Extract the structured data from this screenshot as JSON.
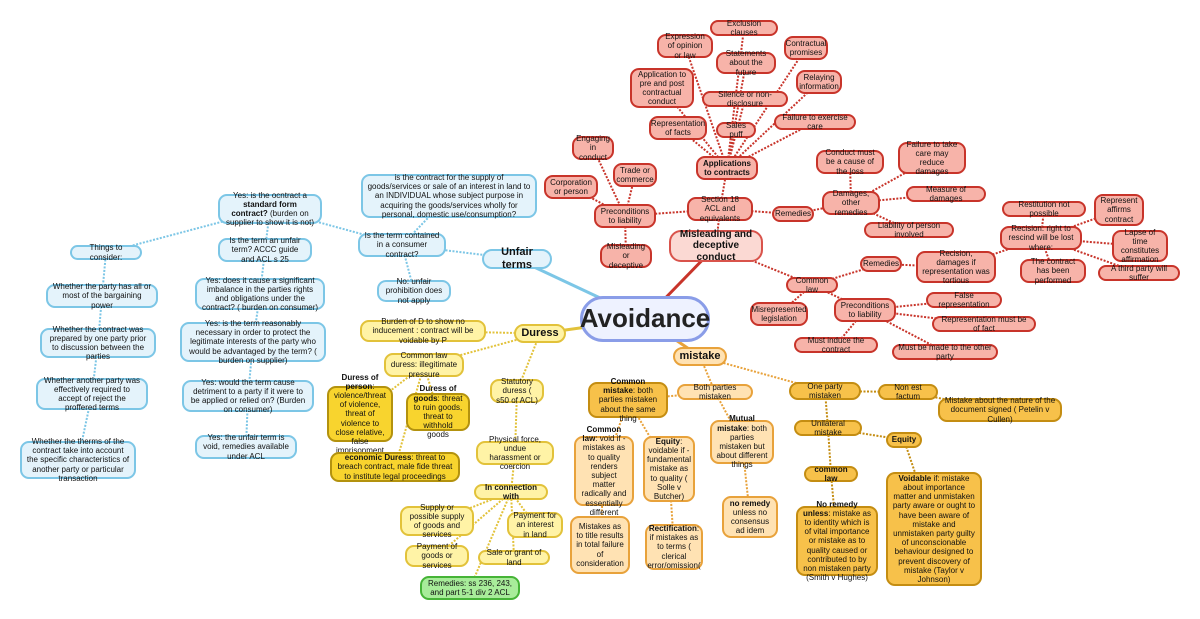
{
  "center": "Avoidance",
  "branches": {
    "unfair_terms": "Unfair terms",
    "duress": "Duress",
    "mistake": "mistake",
    "misleading": "Misleading and deceptive conduct"
  },
  "unfair": {
    "consumer_q": "is the contract for the supply of goods/services or sale of an interest in land to an INDIVIDUAL whose subject purpose in acquiring the goods/services wholly for personal, domestic use/consumption?",
    "contained_q": "Is the term contained in a consumer contract?",
    "no_prohibition": "No: unfair prohibition does not apply",
    "sfc_pre": "Yes: is the ocntract a ",
    "sfc_bold": "standard form contract?",
    "sfc_post": " (burden on supplier to show it is not)",
    "things": "Things to consider:",
    "bargaining": "Whether the party has all or most of the bargaining power",
    "prepared": "Whether the contract was prepared by one party prior to discussion between the parties",
    "reject": "Whether another party was effectively required to accept of reject the proffered terms",
    "negotiate": "Whether the therms of the contract take into account the specific characteristics of another party or particular transaction",
    "term_unfair": "Is the term an unfair term? ACCC guide and ACL s 25",
    "imbalance": "Yes: does it cause a significant imbalance in the parties rights and obligations under the contract? ( burden on consumer)",
    "necessary": "Yes: is the term reasonably necessary in order to protect the legitimate interests of the party who would be advantaged by the term? ( burden on supplier)",
    "detriment": "Yes: would the term cause detriment to a party if it were to be applied or relied on? (Burden on consumer)",
    "void": "Yes: the unfair term is void, remedies available under ACL"
  },
  "duress": {
    "burden": "Burden of D to show no inducement : contract will be voidable by P",
    "common": "Common law duress: illegitimate pressure",
    "person_bold": "Duress of person",
    "person_rest": ": violence/threat of violence, threat of violence to close relative, false imprisonment",
    "goods_bold": "Duress of goods",
    "goods_rest": ": threat to ruin goods, threat to withhold goods",
    "economic_bold": "economic Duress",
    "economic_rest": ": threat to breach contract, male fide threat to institute legal proceedings",
    "statutory": "Statutory duress ( s50 of ACL)",
    "physical": "Physical force, undue harassment or coercion",
    "connection": "In connection with",
    "supply": "Supply or possible supply of goods and services",
    "payment_goods": "Payment of goods or services",
    "payment_land": "Payment for an interest in land",
    "sale_land": "Sale or grant of land",
    "remedies": "Remedies: ss 236, 243, and part 5-1 div 2 ACL"
  },
  "mistake": {
    "common_bold": "Common mistake",
    "common_rest": ": both parties mistaken about the same thing",
    "both": "Both parties mistaken",
    "cl_bold": "Common law",
    "cl_rest": ": void if - mistakes as to quality renders subject matter radically and essentially different",
    "eq_bold": "Equity",
    "eq_rest": ": voidable if - fundamental mistake as to quality ( Solle v Butcher)",
    "title": "Mistakes as to title results in total failure of consideration",
    "rect_bold": "Rectification",
    "rect_rest": ": if mistakes as to terms ( clerical error/omission(",
    "mutual_bold": "Mutual mistake",
    "mutual_rest": ": both parties mistaken but about different things",
    "no_remedy_bold": "no remedy",
    "no_remedy_rest": " unless no consensus ad idem",
    "one": "One party mistaken",
    "non_est": "Non est factum",
    "nature": "Mistake about the nature of the document signed ( Petelin v Cullen)",
    "unilateral": "Unilateral mistake",
    "equity": "Equity",
    "common_law": "common law",
    "nru_bold": "No remedy unless",
    "nru_rest": ": mistake as to identity which is of vital importance or mistake as to quality caused or contributed to by non mistaken party (Smith v Hughes)",
    "voidable_bold": "Voidable",
    "voidable_rest": " if: mistake about importance matter and unmistaken party aware or ought to have been aware of mistake and unmistaken party guilty of unconscionable behaviour designed to prevent discovery of mistake (Taylor v Johnson)"
  },
  "mdc": {
    "exclusion": "Exclusion clauses",
    "opinion": "Expression of opinion or law",
    "future": "Statements about the future",
    "contractual": "Contractual promises",
    "pre_post": "Application to pre and post contractual conduct",
    "relaying": "Relaying information",
    "silence": "Silence or non-disclosure",
    "rep_facts": "Representation of facts",
    "sales_puff": "Sales puff",
    "failure_care": "Failure to exercise care",
    "applications": "Applications to contracts",
    "engaging": "Engaging in conduct",
    "trade": "Trade or commerce",
    "corporation": "Corporation or person",
    "section18": "Section 18 ACL and equivalents",
    "preconditions": "Preconditions to liability",
    "misleading": "Misleading or deceptive",
    "remedies": "Remedies",
    "conduct_cause": "Conduct must be a cause of the loss",
    "failure_reduce": "Failure to take care may reduce damages",
    "damages": "Damages, other remedies",
    "measure": "Measure of damages",
    "liability_involved": "Liability of person involved",
    "common_law": "Common law",
    "cl_remedies": "Remedies",
    "recision": "Recision, damages if representation was tortious",
    "rescind": "Recision: right to rescind will be lost where:",
    "restitution": "Restitution not possible",
    "affirm": "Represent affirms contract",
    "lapse": "Lapse of time constitutes affirmation",
    "performed": "The contract has been performed",
    "third": "A third party will suffer",
    "misrepresented": "Misrepresented legislation",
    "cl_preconditions": "Preconditions to liability",
    "false_rep": "False representation",
    "material": "Representation must be of fact",
    "induce": "Must induce the contract",
    "other_party": "Must be made to the other party"
  }
}
